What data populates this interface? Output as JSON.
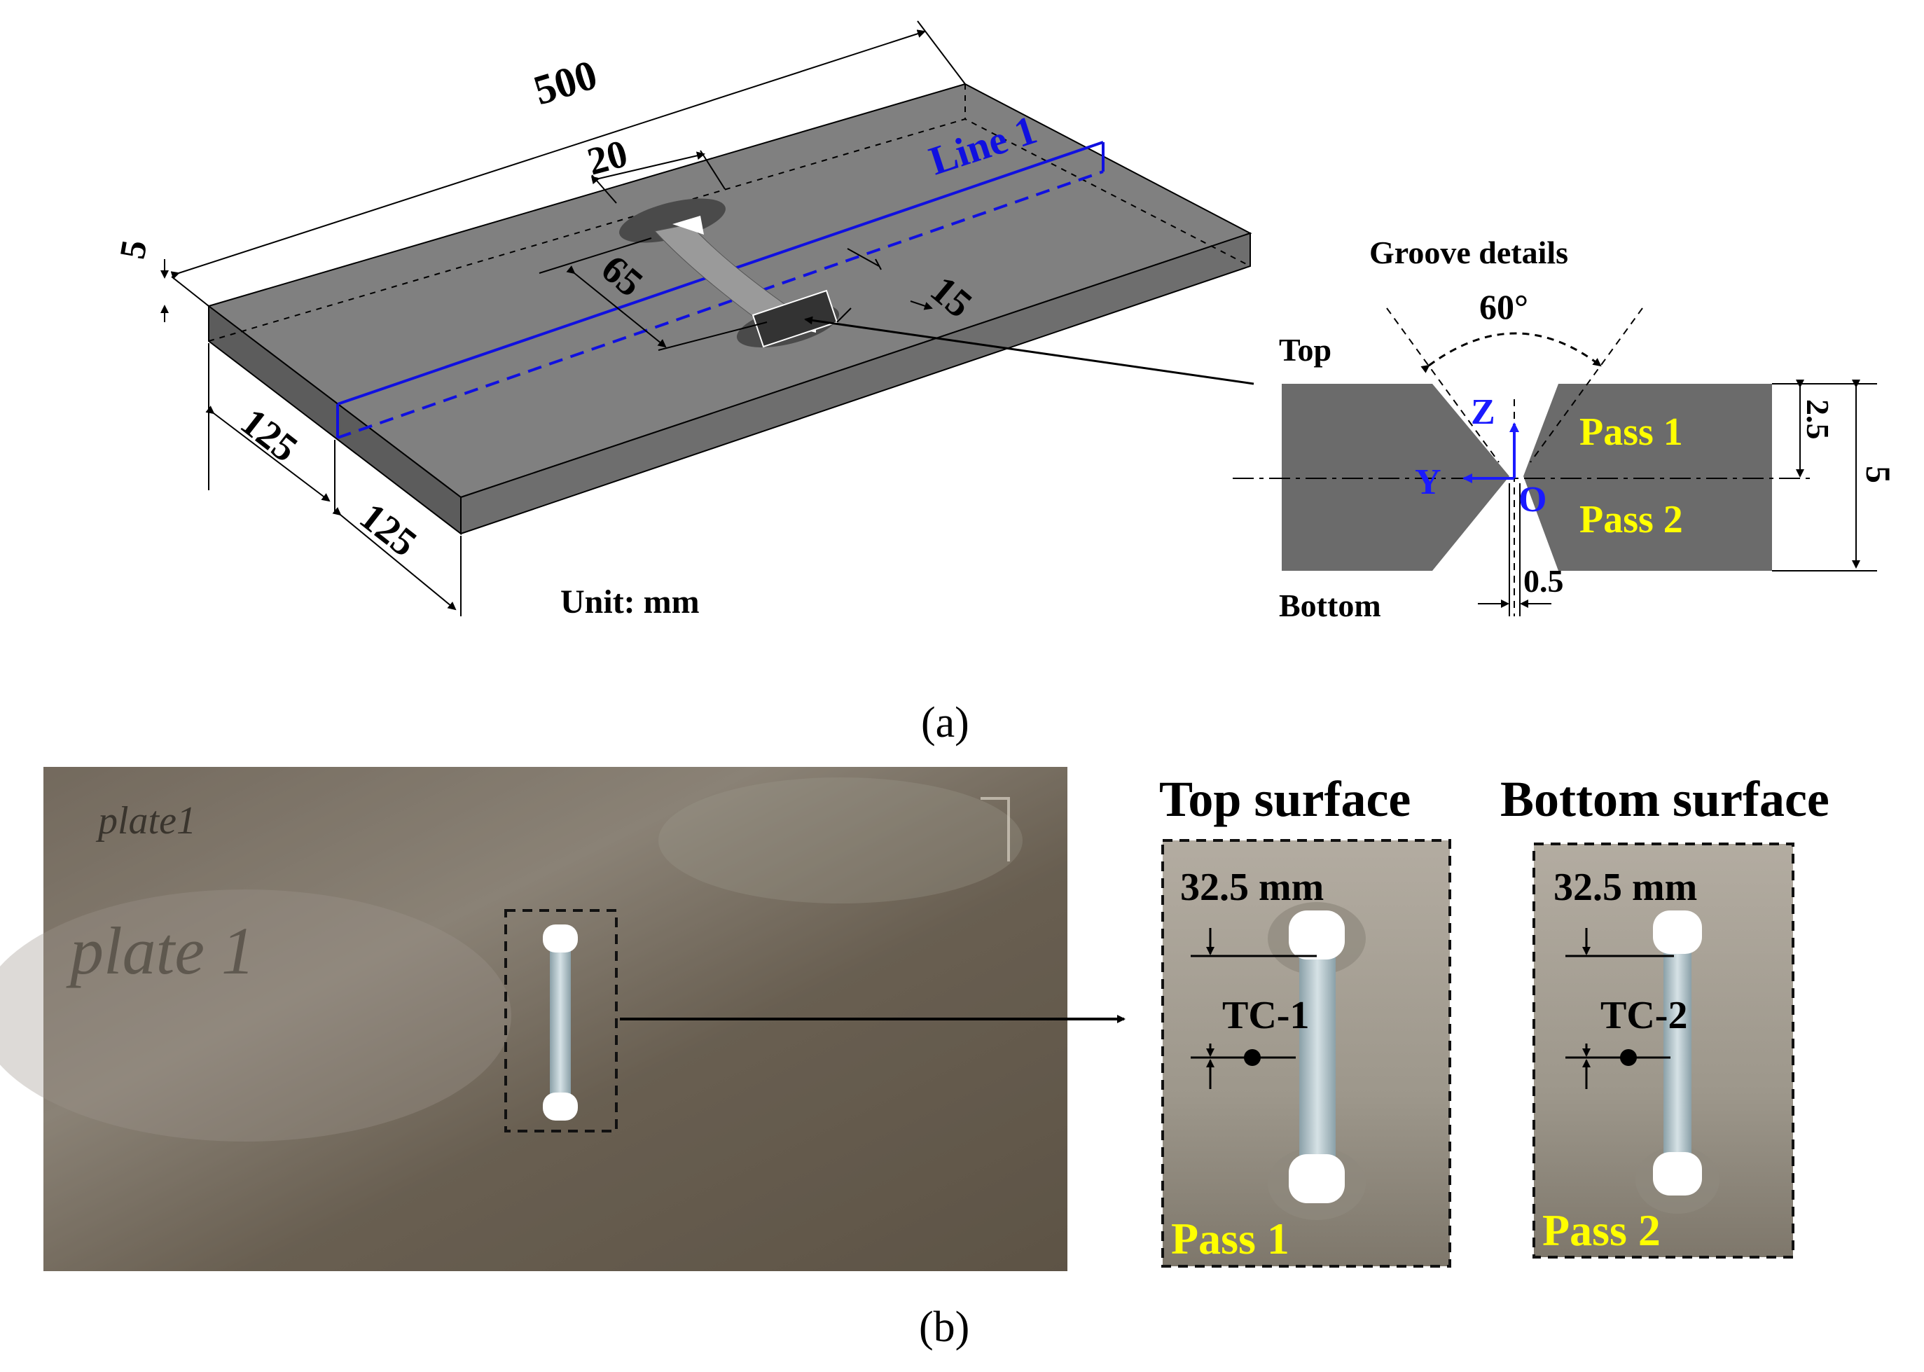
{
  "panel_a": {
    "plate_dims": {
      "length": "500",
      "thickness": "5",
      "width_left": "125",
      "width_right": "125",
      "slot_width": "20",
      "groove_length": "65",
      "window_length": "15"
    },
    "line_label": "Line 1",
    "unit_label": "Unit: mm",
    "groove": {
      "title": "Groove details",
      "angle": "60°",
      "top_label": "Top",
      "bottom_label": "Bottom",
      "axis_z": "Z",
      "axis_y": "Y",
      "origin": "O",
      "pass1": "Pass 1",
      "pass2": "Pass 2",
      "dim_half": "2.5",
      "dim_total": "5",
      "dim_gap": "0.5"
    },
    "caption": "(a)"
  },
  "panel_b": {
    "plate_handwriting_1": "plate1",
    "plate_handwriting_2": "plate 1",
    "top_surface": {
      "title": "Top surface",
      "distance": "32.5 mm",
      "tc": "TC-1",
      "pass": "Pass 1"
    },
    "bottom_surface": {
      "title": "Bottom surface",
      "distance": "32.5 mm",
      "tc": "TC-2",
      "pass": "Pass 2"
    },
    "caption": "(b)"
  },
  "colors": {
    "plate_gray": "#7a7a7a",
    "groove_gray": "#6b6b6b",
    "line_blue": "#1010e0",
    "pass_yellow": "#ffff00",
    "photo_brown": "#5f5548",
    "photo_panel": "#a39d92"
  }
}
